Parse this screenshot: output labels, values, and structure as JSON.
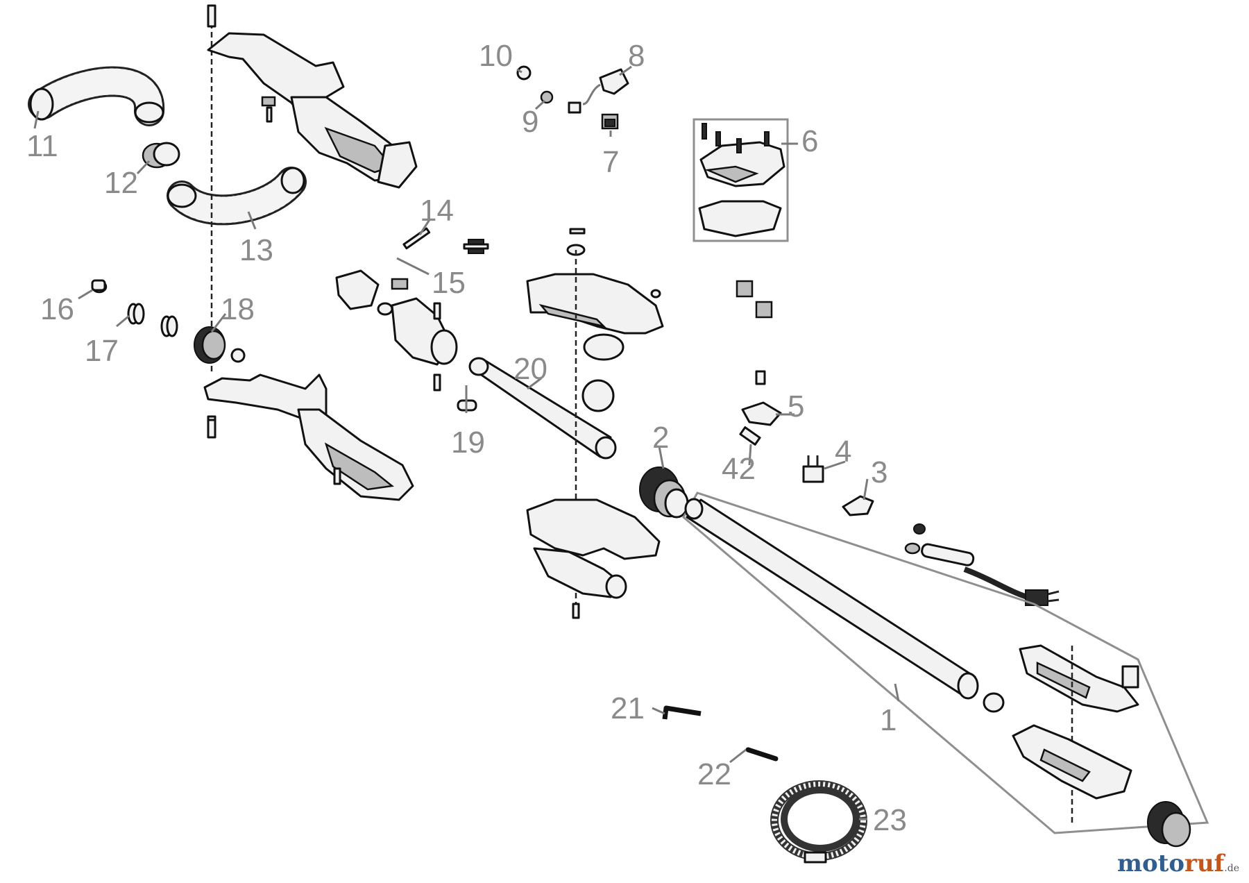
{
  "callouts": {
    "c1": "1",
    "c2": "2",
    "c3": "3",
    "c4": "4",
    "c5": "5",
    "c6": "6",
    "c7": "7",
    "c8": "8",
    "c9": "9",
    "c10": "10",
    "c11": "11",
    "c12": "12",
    "c13": "13",
    "c14": "14",
    "c15": "15",
    "c16": "16",
    "c17": "17",
    "c18": "18",
    "c19": "19",
    "c20": "20",
    "c21": "21",
    "c22": "22",
    "c23": "23",
    "c42": "42"
  },
  "watermark": {
    "part1": "moto",
    "part2": "ruf",
    "part3": ".de"
  },
  "colors": {
    "callout": "#8a8a8a",
    "brand_blue": "#2f5e8f",
    "brand_orange": "#c2561b"
  }
}
